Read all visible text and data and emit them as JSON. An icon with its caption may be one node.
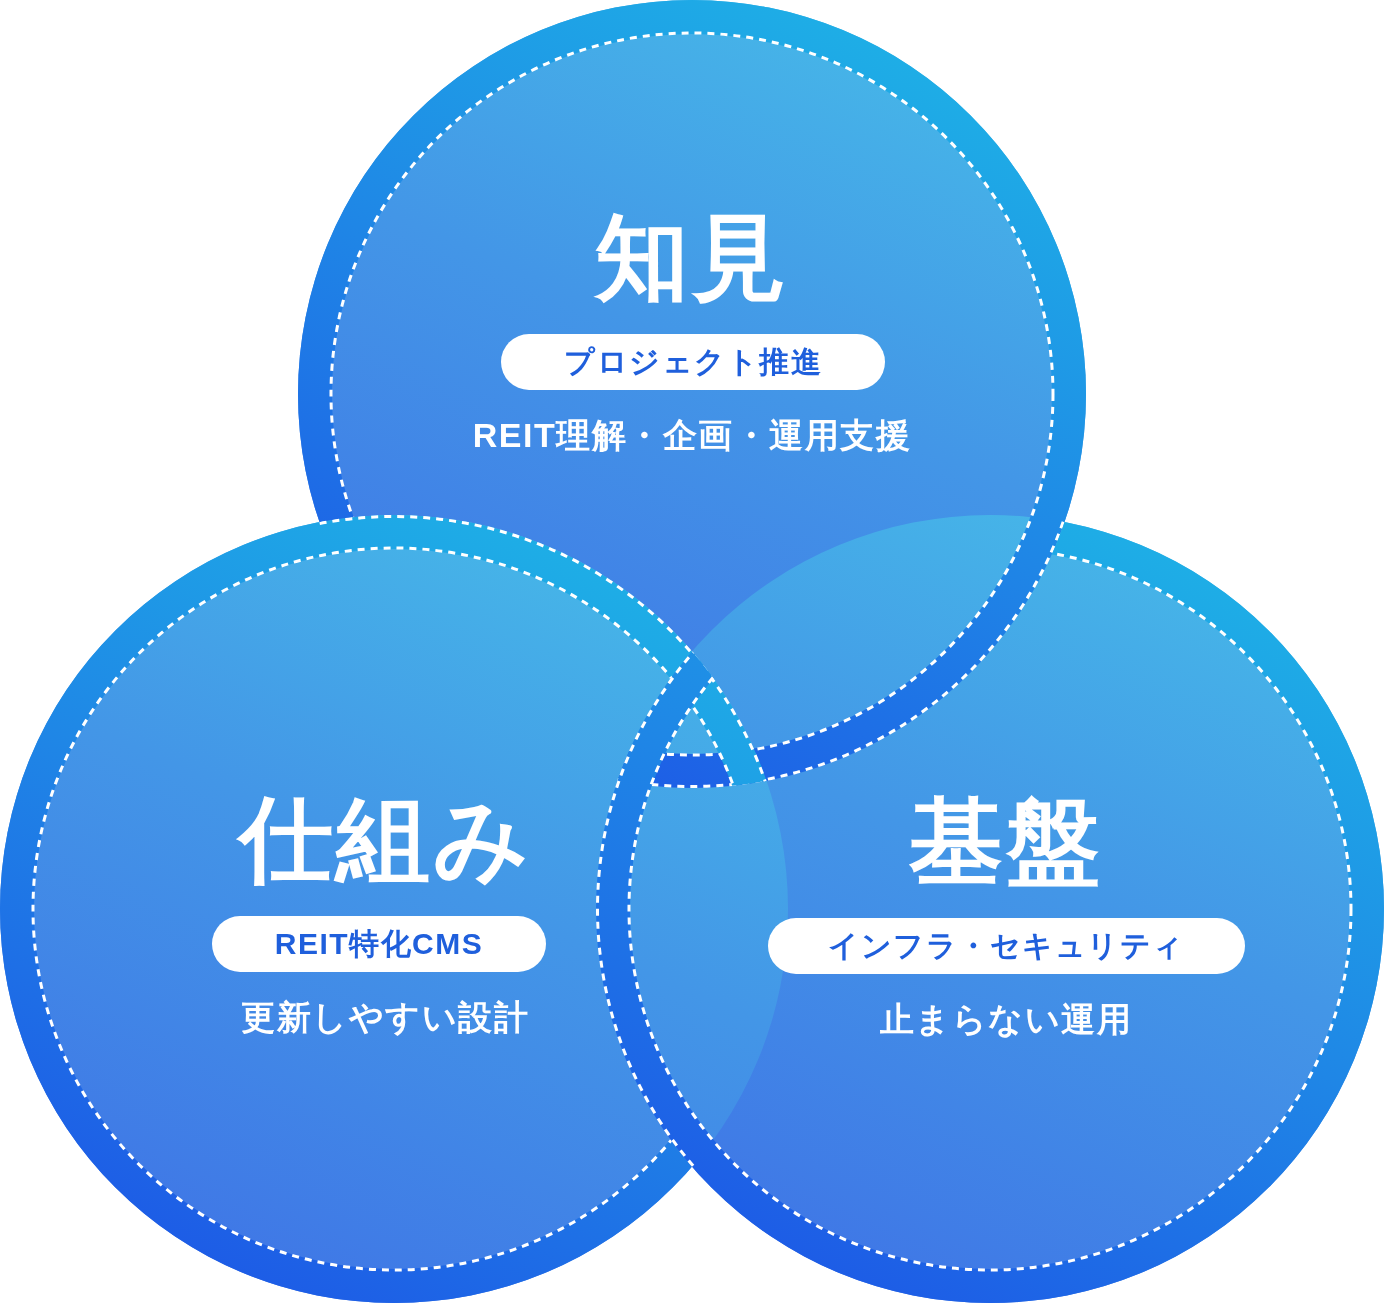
{
  "diagram": {
    "nodes": [
      {
        "text": [
          "知見",
          "REIT理解・企画・運用支援"
        ]
      },
      {
        "text": [
          "プロジェクト推進"
        ],
        "in": 0
      },
      {
        "text": [
          "仕組み",
          "更新しやすい設計"
        ]
      },
      {
        "text": [
          "REIT特化CMS"
        ],
        "in": 2
      },
      {
        "text": [
          "基盤",
          "止まらない運用"
        ]
      },
      {
        "text": [
          "インフラ・セキュリティ"
        ],
        "in": 4
      }
    ]
  }
}
